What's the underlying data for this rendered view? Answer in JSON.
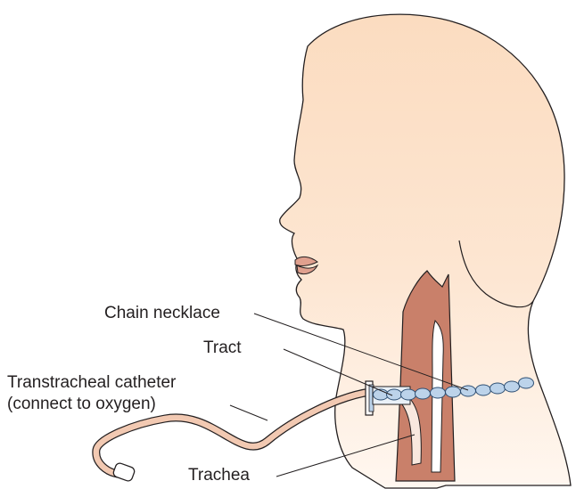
{
  "labels": {
    "chain_necklace": "Chain necklace",
    "tract": "Tract",
    "catheter_line1": "Transtracheal catheter",
    "catheter_line2": "(connect to oxygen)",
    "trachea": "Trachea"
  },
  "colors": {
    "skin_light": "#fdf1e6",
    "skin": "#fbdcc0",
    "trachea_tissue": "#c9806a",
    "trachea_lumen": "#ffffff",
    "lips": "#e0a08e",
    "bead": "#bcd3ea",
    "bead_outline": "#2e4f73",
    "catheter": "#f2c9b2",
    "outline": "#231f20"
  }
}
